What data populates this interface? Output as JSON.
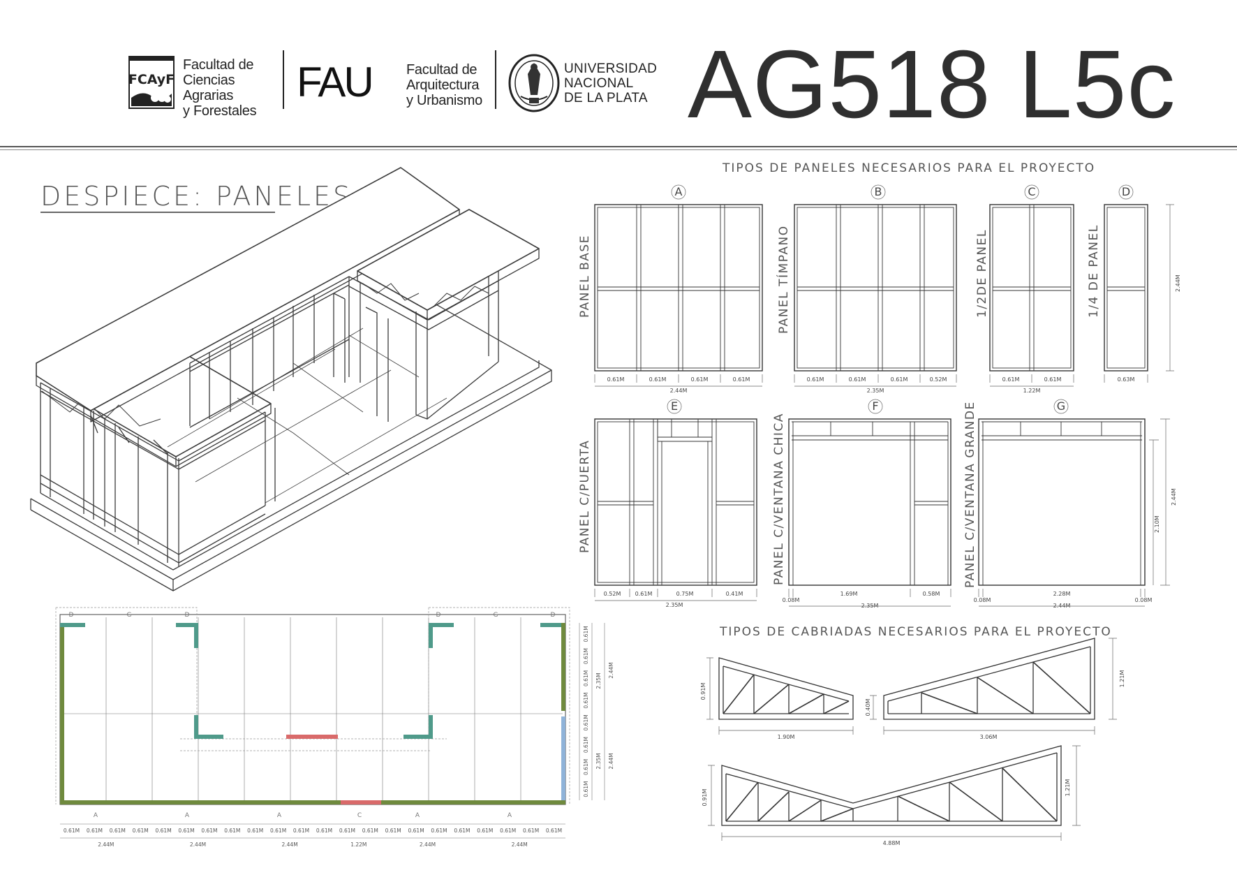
{
  "header": {
    "fcayf_logo": "FCAyF",
    "fcayf_lines": [
      "Facultad de",
      "Ciencias Agrarias",
      "y Forestales"
    ],
    "fau_logo": "FAU",
    "fau_lines": [
      "Facultad de",
      "Arquitectura",
      "y Urbanismo"
    ],
    "unlp_lines": [
      "UNIVERSIDAD",
      "NACIONAL",
      "DE LA PLATA"
    ],
    "code": "AG518  L5c"
  },
  "section_titles": {
    "despiece": "DESPIECE: PANELES",
    "tipos_paneles": "TIPOS DE PANELES NECESARIOS PARA EL PROYECTO",
    "tipos_cabriadas": "TIPOS DE CABRIADAS NECESARIOS PARA EL PROYECTO"
  },
  "panels": [
    {
      "letter": "A",
      "name": "PANEL BASE",
      "dims": [
        "0.61M",
        "0.61M",
        "0.61M",
        "0.61M"
      ],
      "total": "2.44M"
    },
    {
      "letter": "B",
      "name": "PANEL TÍMPANO",
      "dims": [
        "0.61M",
        "0.61M",
        "0.61M",
        "0.52M"
      ],
      "total": "2.35M"
    },
    {
      "letter": "C",
      "name": "1/2DE PANEL",
      "dims": [
        "0.61M",
        "0.61M"
      ],
      "total": "1.22M"
    },
    {
      "letter": "D",
      "name": "1/4 DE PANEL",
      "dims": [
        "0.63M"
      ],
      "total": "",
      "height": "2.44M"
    },
    {
      "letter": "E",
      "name": "PANEL C/PUERTA",
      "dims": [
        "0.52M",
        "0.61M",
        "0.75M",
        "0.41M"
      ],
      "total": "2.35M"
    },
    {
      "letter": "F",
      "name": "PANEL C/VENTANA CHICA",
      "dims": [
        "0.08M",
        "1.69M",
        "0.58M"
      ],
      "total": "2.35M"
    },
    {
      "letter": "G",
      "name": "PANEL C/VENTANA GRANDE",
      "dims": [
        "0.08M",
        "2.28M",
        "0.08M"
      ],
      "total": "2.44M",
      "height": "2.44M",
      "height2": "2.10M"
    }
  ],
  "trusses": [
    {
      "width": "1.90M",
      "height": "0.91M"
    },
    {
      "width": "3.06M",
      "height": "1.21M",
      "offset": "0.40M"
    },
    {
      "width": "4.88M",
      "height_left": "0.91M",
      "height_right": "1.21M"
    }
  ],
  "plan": {
    "bottom_dims": [
      "0.61M",
      "0.61M",
      "0.61M",
      "0.61M",
      "0.61M",
      "0.61M",
      "0.61M",
      "0.61M",
      "0.61M",
      "0.61M",
      "0.61M",
      "0.61M",
      "0.61M",
      "0.61M",
      "0.61M",
      "0.61M",
      "0.61M",
      "0.61M",
      "0.61M",
      "0.61M",
      "0.61M",
      "0.61M"
    ],
    "bottom_totals": [
      "2.44M",
      "2.44M",
      "2.44M",
      "1.22M",
      "2.44M",
      "2.44M"
    ],
    "right_dims": [
      "0.61M",
      "0.61M",
      "0.61M",
      "0.61M",
      "0.61M",
      "0.61M",
      "0.61M",
      "0.61M"
    ],
    "right_totals_a": [
      "2.35M",
      "2.35M"
    ],
    "right_totals_b": [
      "2.44M",
      "2.44M"
    ],
    "bottom_labels": [
      "A",
      "A",
      "A",
      "C",
      "A",
      "A"
    ],
    "top_labels": [
      "D",
      "G",
      "D",
      "D",
      "G",
      "D"
    ],
    "colors": {
      "green": "#6f8a3e",
      "teal": "#4f9a8a",
      "red": "#d96a6a",
      "blue": "#8fb3d9"
    }
  }
}
